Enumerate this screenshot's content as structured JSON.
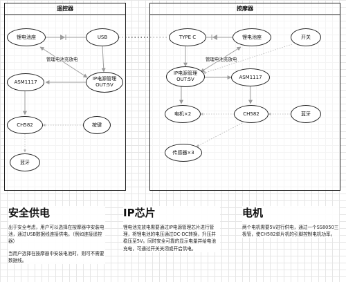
{
  "panels": {
    "left_title": "遥控器",
    "right_title": "按摩器"
  },
  "nodes": {
    "left_battery": "锂电池座",
    "usb": "USB",
    "left_ip": "IP电源管理\nOUT:5V",
    "left_asm": "ASM1117",
    "left_ch582": "CH582",
    "button": "按键",
    "left_bt": "蓝牙",
    "typec": "TYPE C",
    "right_battery": "锂电池座",
    "switch": "开关",
    "right_ip": "IP电源管理\nOUT:5V",
    "right_asm": "ASM1117",
    "motor": "电机×2",
    "right_ch582": "CH582",
    "right_bt": "蓝牙",
    "sensor": "传感器×3"
  },
  "edge_labels": {
    "left_charge": "管理电池充放电",
    "right_charge": "管理电池充放电"
  },
  "sections": {
    "power": {
      "title": "安全供电",
      "p1": "出于安全考虑，用户可以选择在按摩器中安装电池，通过USB数据线连接供电。（例如连接遥控器）",
      "p2": "当用户选择在按摩器中安装电池时，则可不需要数据线。"
    },
    "ip": {
      "title": "IP芯片",
      "p1": "锂电池充放电需要通过IP电源管理芯片进行管理，将锂电池的电压通过DC-DC转换，升压并稳压至5V。同时安全可靠的显示电量并给电池充电，可通过开关关闭或开启供电。"
    },
    "motor": {
      "title": "电机",
      "p1": "两个电机需要5V进行供电，通过一个SS8050三极管，使CH582单片机的引脚控制电机功率。"
    }
  }
}
